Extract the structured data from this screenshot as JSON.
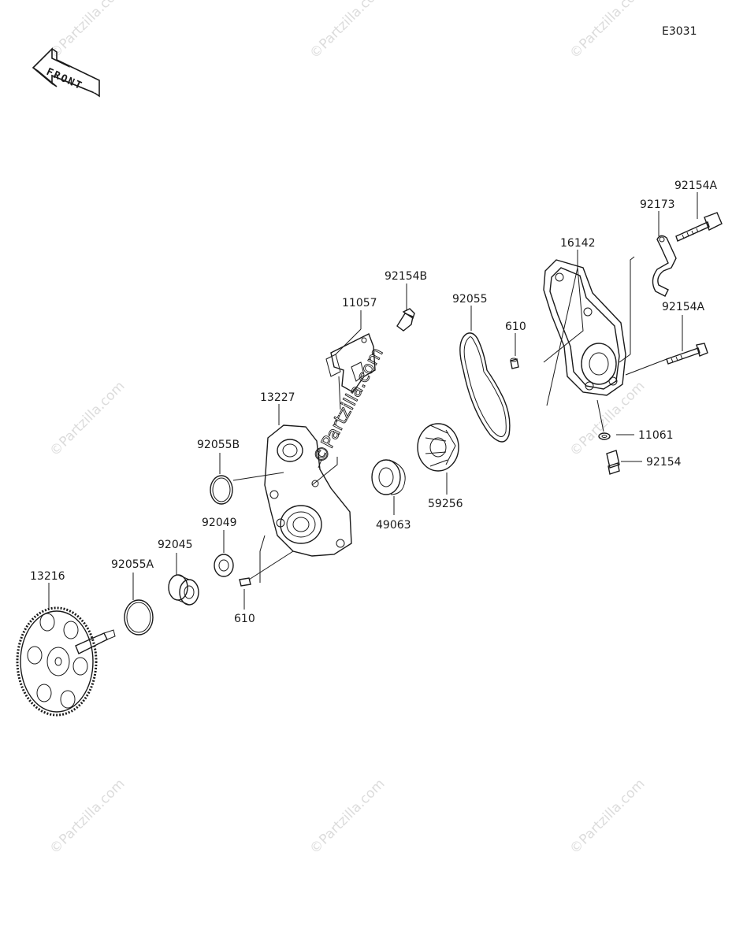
{
  "diagram_code": "E3031",
  "front_label": "FRONT",
  "watermark_text": "©Partzilla.com",
  "center_watermark_text": "©Partzilla.com",
  "colors": {
    "line": "#1a1a1a",
    "watermark": "#dcdcdc",
    "background": "#ffffff"
  },
  "parts": [
    {
      "id": "p92154A_top",
      "number": "92154A"
    },
    {
      "id": "p92173",
      "number": "92173"
    },
    {
      "id": "p16142",
      "number": "16142"
    },
    {
      "id": "p92154B",
      "number": "92154B"
    },
    {
      "id": "p11057",
      "number": "11057"
    },
    {
      "id": "p92055",
      "number": "92055"
    },
    {
      "id": "p610_top",
      "number": "610"
    },
    {
      "id": "p92154A_mid",
      "number": "92154A"
    },
    {
      "id": "p13227",
      "number": "13227"
    },
    {
      "id": "p11061",
      "number": "11061"
    },
    {
      "id": "p92055B",
      "number": "92055B"
    },
    {
      "id": "p92154",
      "number": "92154"
    },
    {
      "id": "p59256",
      "number": "59256"
    },
    {
      "id": "p92049",
      "number": "92049"
    },
    {
      "id": "p49063",
      "number": "49063"
    },
    {
      "id": "p92045",
      "number": "92045"
    },
    {
      "id": "p92055A",
      "number": "92055A"
    },
    {
      "id": "p13216",
      "number": "13216"
    },
    {
      "id": "p610_bottom",
      "number": "610"
    }
  ]
}
